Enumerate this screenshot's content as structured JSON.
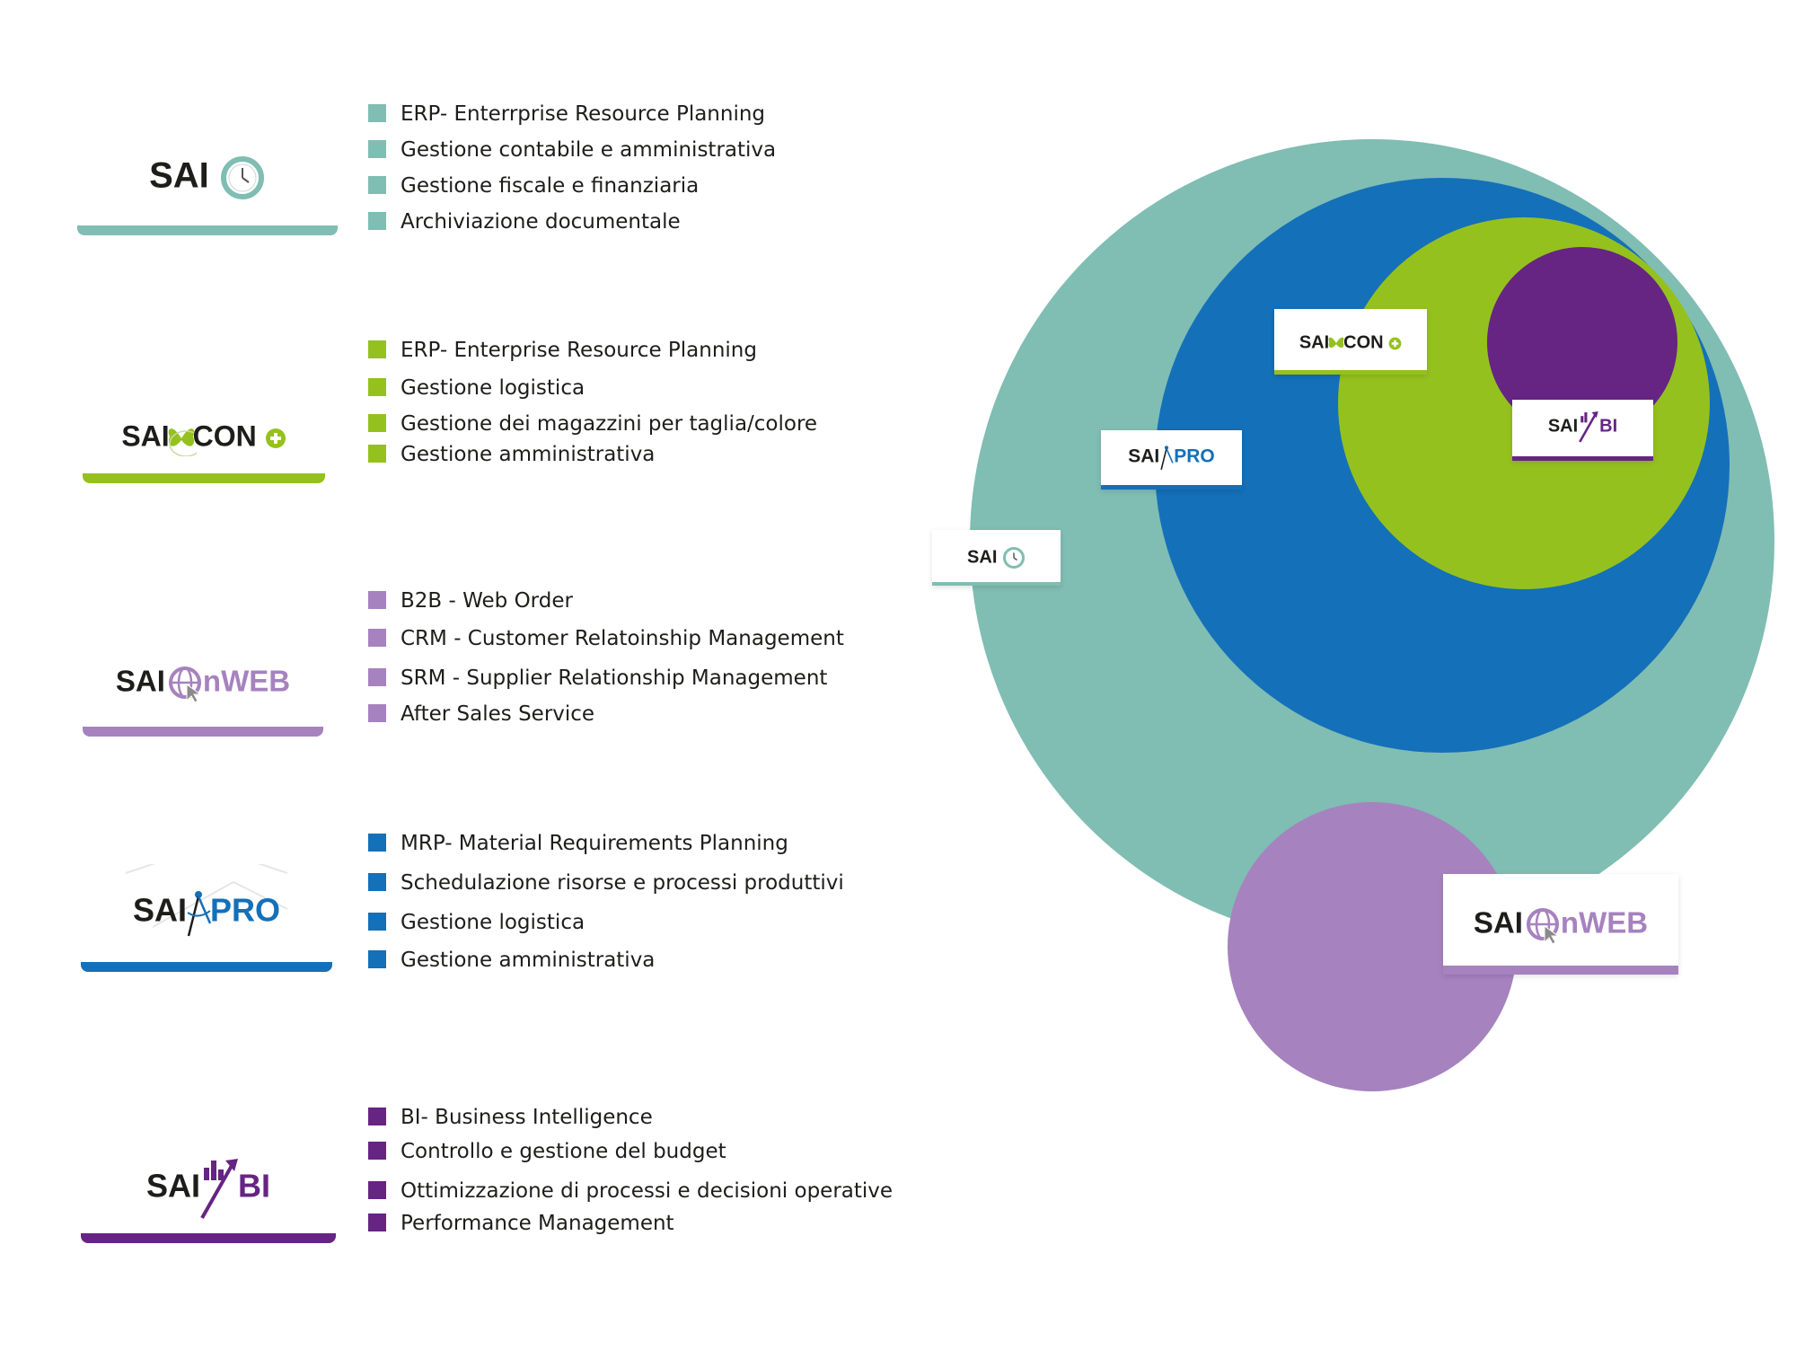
{
  "colors": {
    "sai": "#80bdb3",
    "saicon": "#95c11f",
    "saionweb": "#a682bf",
    "saipro": "#1470b8",
    "saibi": "#662483",
    "text": "#1d1d1b"
  },
  "products": [
    {
      "key": "sai",
      "logo": {
        "prefix": "SAI",
        "suffix": "",
        "icon": "clock-icon"
      },
      "features": [
        "ERP- Enterrprise Resource Planning",
        "Gestione contabile e amministrativa",
        "Gestione  fiscale e finanziaria",
        "Archiviazione documentale"
      ]
    },
    {
      "key": "saicon",
      "logo": {
        "prefix": "SAI",
        "suffix": "CON",
        "icon": "butterfly-icon"
      },
      "features": [
        "ERP- Enterprise Resource Planning",
        "Gestione logistica",
        "Gestione dei magazzini per taglia/colore",
        "Gestione amministrativa"
      ]
    },
    {
      "key": "saionweb",
      "logo": {
        "prefix": "SAI",
        "suffix": "nWEB",
        "icon": "globe-cursor-icon"
      },
      "features": [
        "B2B - Web Order",
        "CRM - Customer Relatoinship Management",
        "SRM - Supplier Relationship Management",
        "After Sales  Service"
      ]
    },
    {
      "key": "saipro",
      "logo": {
        "prefix": "SAI",
        "suffix": "PRO",
        "icon": "compass-icon"
      },
      "features": [
        "MRP- Material Requirements Planning",
        "Schedulazione risorse e processi produttivi",
        "Gestione logistica",
        "Gestione amministrativa"
      ]
    },
    {
      "key": "saibi",
      "logo": {
        "prefix": "SAI",
        "suffix": "BI",
        "icon": "growth-chart-icon"
      },
      "features": [
        "BI- Business Intelligence",
        "Controllo e gestione del budget",
        "Ottimizzazione di processi e decisioni operative",
        "Performance Management"
      ]
    }
  ]
}
